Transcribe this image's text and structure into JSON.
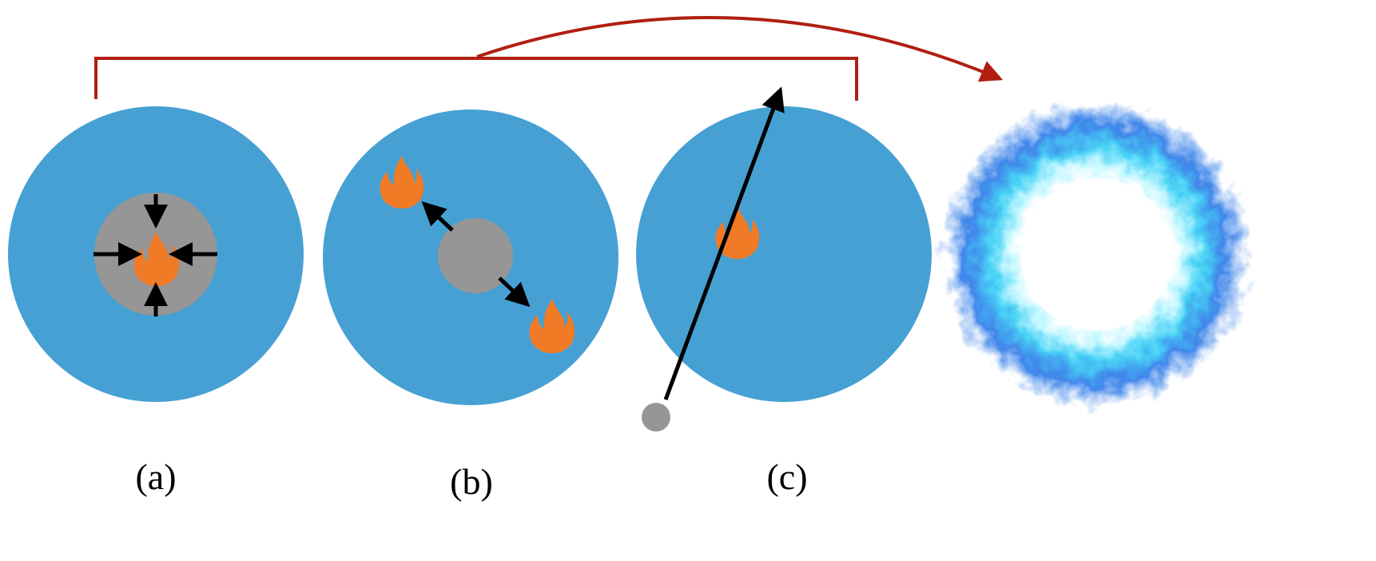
{
  "labels": {
    "a": "(a)",
    "b": "(b)",
    "c": "(c)"
  },
  "colors": {
    "disk": "#46a0d3",
    "core": "#969696",
    "fire": "#f07a26",
    "arrow": "#000000",
    "bracket": "#b01f12",
    "ring_inner": "#bff6ff",
    "ring_mid": "#3fd0f5",
    "ring_outer": "#2a78e8"
  },
  "icons": {
    "fire": "fire-icon",
    "inward_arrows": "arrow-inward-icon",
    "outward_arrows": "arrow-outward-icon",
    "trajectory_arrow": "arrow-trajectory-icon",
    "burst": "blue-burst-ring-icon"
  }
}
